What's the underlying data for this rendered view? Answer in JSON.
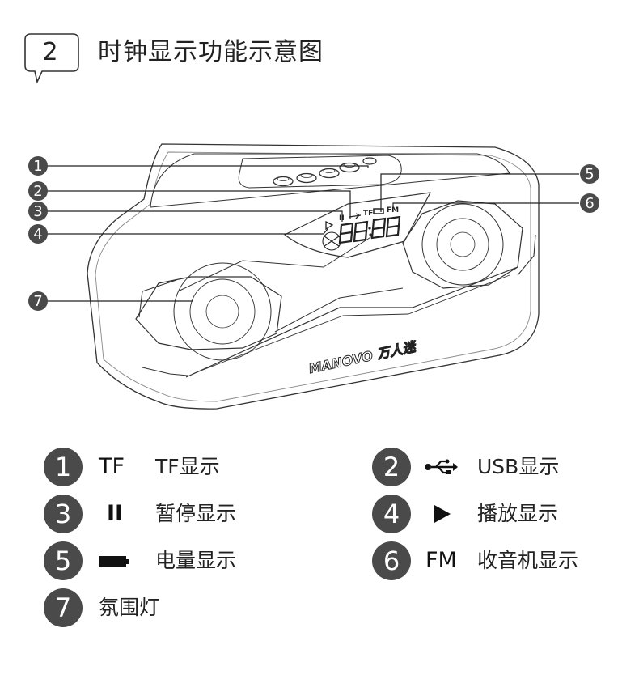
{
  "header": {
    "step_number": "2",
    "title": "时钟显示功能示意图"
  },
  "device": {
    "brand": "MANOVO 万人迷",
    "display_labels": [
      "II",
      "TF",
      "FM"
    ]
  },
  "callouts": [
    "1",
    "2",
    "3",
    "4",
    "5",
    "6",
    "7"
  ],
  "legend": [
    {
      "num": "1",
      "symbol": "TF",
      "icon": "tf-text",
      "label": "TF显示"
    },
    {
      "num": "2",
      "symbol": "",
      "icon": "usb-icon",
      "label": "USB显示"
    },
    {
      "num": "3",
      "symbol": "II",
      "icon": "pause-icon",
      "label": "暂停显示"
    },
    {
      "num": "4",
      "symbol": "",
      "icon": "play-icon",
      "label": "播放显示"
    },
    {
      "num": "5",
      "symbol": "",
      "icon": "battery-icon",
      "label": "电量显示"
    },
    {
      "num": "6",
      "symbol": "FM",
      "icon": "fm-text",
      "label": "收音机显示"
    },
    {
      "num": "7",
      "symbol": "",
      "icon": "",
      "label": "氛围灯"
    }
  ],
  "colors": {
    "badge": "#4a4a4a",
    "line": "#222222"
  }
}
